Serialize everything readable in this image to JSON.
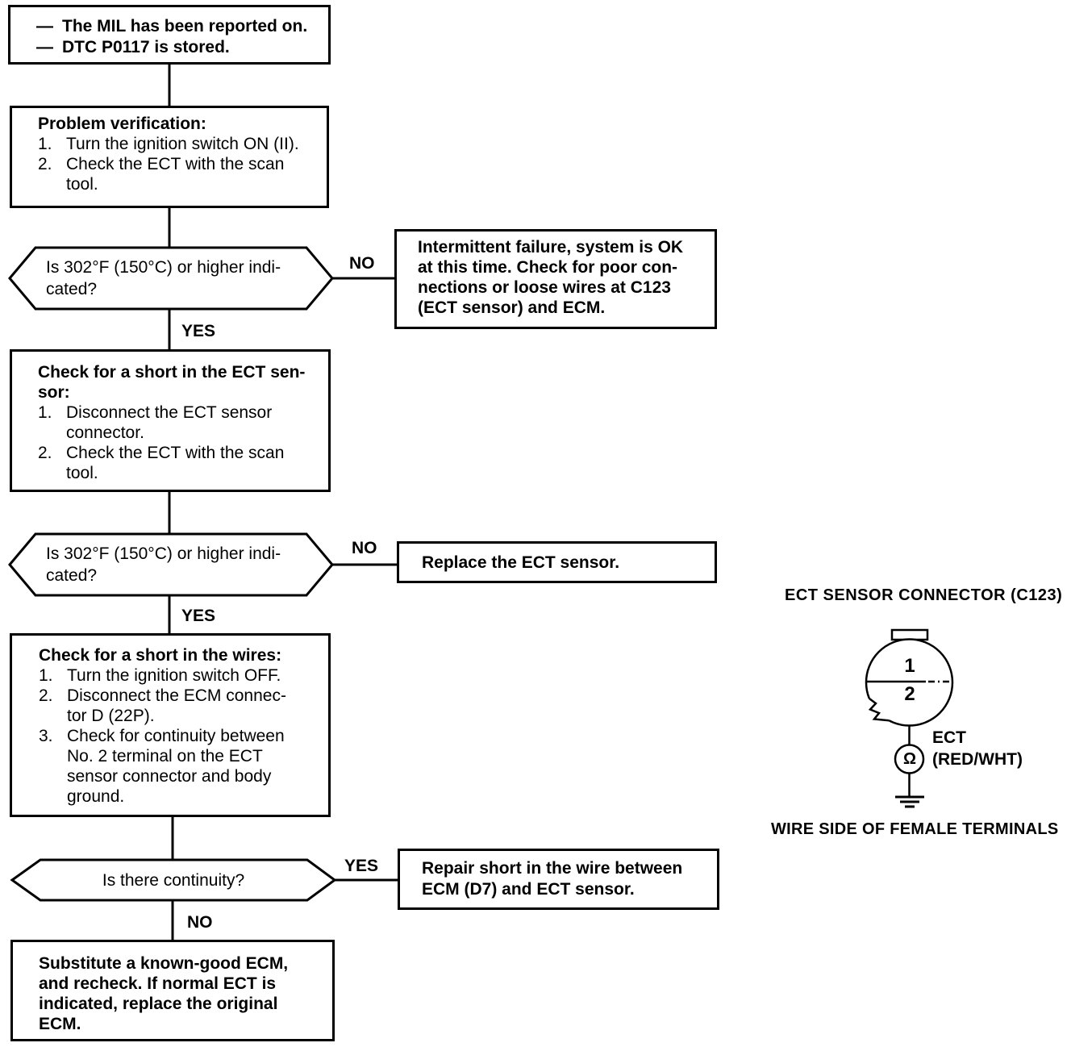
{
  "colors": {
    "ink": "#000000",
    "paper": "#ffffff"
  },
  "flow": {
    "start_box": {
      "lines": [
        {
          "dash": "—",
          "text": "The MIL has been reported on."
        },
        {
          "dash": "—",
          "text": "DTC P0117 is stored."
        }
      ]
    },
    "problem_box": {
      "title": "Problem verification:",
      "items": [
        {
          "num": "1.",
          "lines": [
            "Turn the ignition switch ON (II)."
          ]
        },
        {
          "num": "2.",
          "lines": [
            "Check the ECT with the scan",
            "tool."
          ]
        }
      ]
    },
    "decision1": {
      "question_lines": [
        "Is 302°F (150°C) or higher indi-",
        "cated?"
      ],
      "no_label": "NO",
      "yes_label": "YES"
    },
    "intermittent_box": {
      "lines": [
        "Intermittent failure, system is OK",
        "at this time. Check for poor con-",
        "nections or loose wires at C123",
        "(ECT sensor) and ECM."
      ]
    },
    "short_sensor_box": {
      "title_lines": [
        "Check for a short in the ECT sen-",
        "sor:"
      ],
      "items": [
        {
          "num": "1.",
          "lines": [
            "Disconnect the ECT sensor",
            "connector."
          ]
        },
        {
          "num": "2.",
          "lines": [
            "Check the ECT with the scan",
            "tool."
          ]
        }
      ]
    },
    "decision2": {
      "question_lines": [
        "Is 302°F (150°C) or higher indi-",
        "cated?"
      ],
      "no_label": "NO",
      "yes_label": "YES"
    },
    "replace_box": {
      "lines": [
        "Replace the ECT sensor."
      ]
    },
    "wires_box": {
      "title": "Check for a short in the wires:",
      "items": [
        {
          "num": "1.",
          "lines": [
            "Turn the ignition switch OFF."
          ]
        },
        {
          "num": "2.",
          "lines": [
            "Disconnect the ECM connec-",
            "tor D (22P)."
          ]
        },
        {
          "num": "3.",
          "lines": [
            "Check for continuity between",
            "No. 2 terminal on the ECT",
            "sensor connector and body",
            "ground."
          ]
        }
      ]
    },
    "decision3": {
      "question_lines": [
        "Is there continuity?"
      ],
      "yes_label": "YES",
      "no_label": "NO"
    },
    "repair_box": {
      "lines": [
        "Repair short in the wire between",
        "ECM (D7) and ECT sensor."
      ]
    },
    "substitute_box": {
      "lines": [
        "Substitute a known-good ECM,",
        "and recheck. If normal ECT is",
        "indicated, replace the original",
        "ECM."
      ]
    }
  },
  "connector_diagram": {
    "title": "ECT SENSOR CONNECTOR (C123)",
    "pin_labels": [
      "1",
      "2"
    ],
    "ohm_symbol": "Ω",
    "wire_label_lines": [
      "ECT",
      "(RED/WHT)"
    ],
    "caption": "WIRE SIDE OF FEMALE TERMINALS"
  }
}
